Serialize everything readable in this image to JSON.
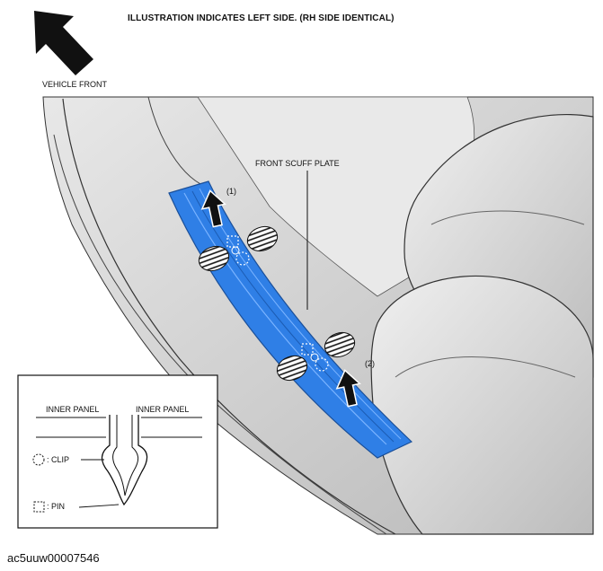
{
  "header": {
    "note": "ILLUSTRATION INDICATES LEFT SIDE. (RH SIDE IDENTICAL)",
    "direction_label": "VEHICLE FRONT"
  },
  "main": {
    "part_label": "FRONT SCUFF PLATE",
    "step_1": "(1)",
    "step_2": "(2)"
  },
  "inset": {
    "inner_panel_left": "INNER PANEL",
    "inner_panel_right": "INNER PANEL",
    "clip_legend": ": CLIP",
    "pin_legend": ": PIN"
  },
  "footer": {
    "image_id": "ac5uuw00007546"
  },
  "colors": {
    "scuff_plate": "#2f7fe6",
    "body_gray": "#cfcfcf",
    "line": "#111111"
  }
}
